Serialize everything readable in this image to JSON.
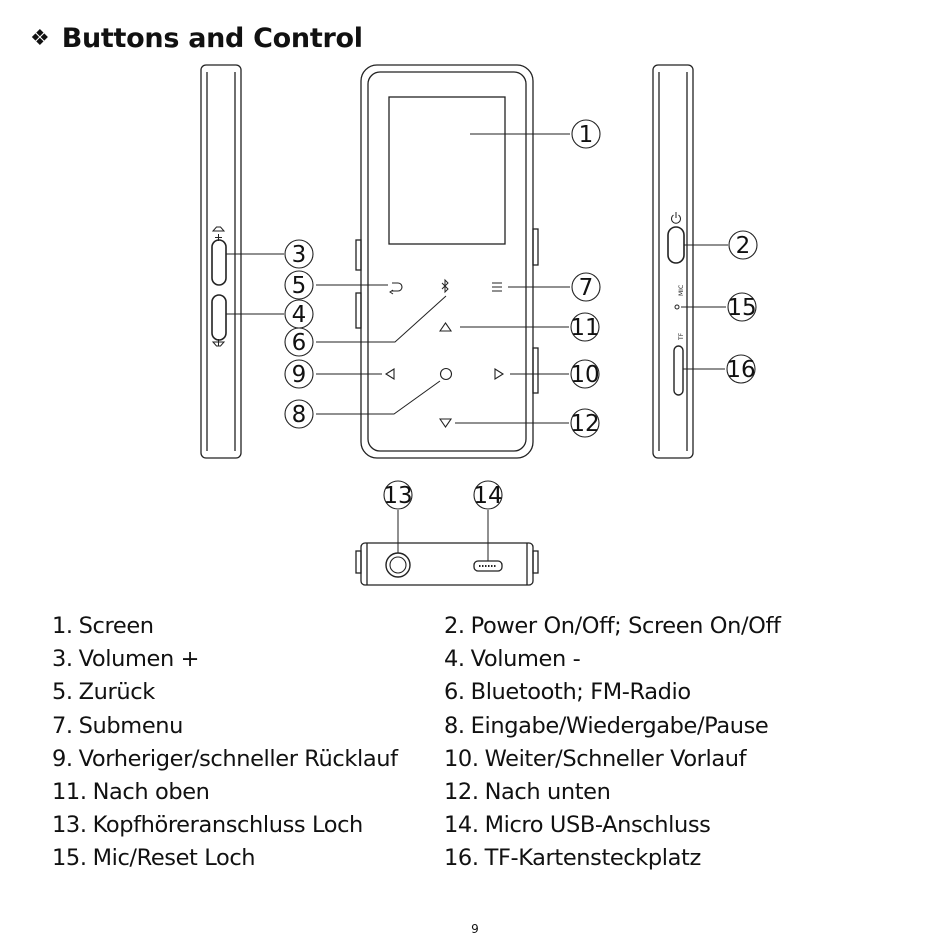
{
  "section": {
    "bullet": "❖",
    "title": "Buttons and Control"
  },
  "diagram": {
    "callouts": [
      "1",
      "2",
      "3",
      "4",
      "5",
      "6",
      "7",
      "8",
      "9",
      "10",
      "11",
      "12",
      "13",
      "14",
      "15",
      "16"
    ],
    "side_labels": {
      "mic": "MIC",
      "tf": "TF"
    }
  },
  "legend": {
    "items": [
      {
        "num": "1.",
        "text": "Screen"
      },
      {
        "num": "2.",
        "text": "Power On/Off; Screen On/Off"
      },
      {
        "num": "3.",
        "text": "Volumen +"
      },
      {
        "num": "4.",
        "text": "Volumen -"
      },
      {
        "num": "5.",
        "text": "Zurück"
      },
      {
        "num": "6.",
        "text": "Bluetooth; FM-Radio"
      },
      {
        "num": "7.",
        "text": "Submenu"
      },
      {
        "num": "8.",
        "text": "Eingabe/Wiedergabe/Pause"
      },
      {
        "num": "9.",
        "text": "Vorheriger/schneller Rücklauf"
      },
      {
        "num": "10.",
        "text": "Weiter/Schneller Vorlauf"
      },
      {
        "num": "11.",
        "text": "Nach oben"
      },
      {
        "num": "12.",
        "text": "Nach unten"
      },
      {
        "num": "13.",
        "text": "Kopfhöreranschluss Loch"
      },
      {
        "num": "14.",
        "text": "Micro USB-Anschluss"
      },
      {
        "num": "15.",
        "text": "Mic/Reset Loch"
      },
      {
        "num": "16.",
        "text": "TF-Kartensteckplatz"
      }
    ]
  },
  "page_number": "9"
}
